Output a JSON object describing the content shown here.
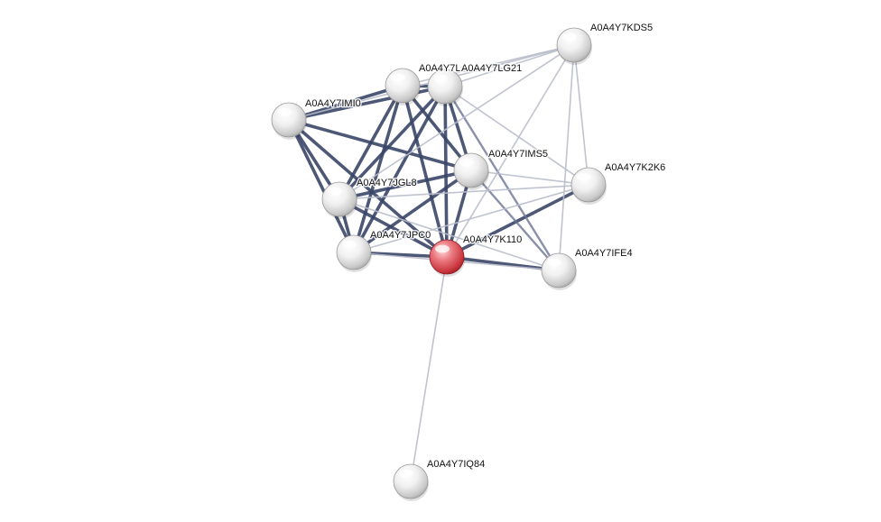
{
  "network": {
    "colors": {
      "query_node": "#d9454c",
      "node": "#e6e6e6",
      "strong_edge": "#3a4668",
      "medium_edge": "#6b7494",
      "weak_edge": "#b9bccb"
    },
    "nodes": [
      {
        "id": "kds5",
        "label": "A0A4Y7KDS5",
        "query": false
      },
      {
        "id": "lg21a",
        "label": "A0A4Y7L",
        "query": false
      },
      {
        "id": "lg21",
        "label": "A0A4Y7LG21",
        "query": false
      },
      {
        "id": "imi0",
        "label": "A0A4Y7IMI0",
        "query": false
      },
      {
        "id": "ims5",
        "label": "A0A4Y7IMS5",
        "query": false
      },
      {
        "id": "k2k6",
        "label": "A0A4Y7K2K6",
        "query": false
      },
      {
        "id": "jgl8",
        "label": "A0A4Y7JGL8",
        "query": false
      },
      {
        "id": "jpc0",
        "label": "A0A4Y7JPC0",
        "query": false
      },
      {
        "id": "k110",
        "label": "A0A4Y7K110",
        "query": true
      },
      {
        "id": "ife4",
        "label": "A0A4Y7IFE4",
        "query": false
      },
      {
        "id": "iq84",
        "label": "A0A4Y7IQ84",
        "query": false
      }
    ],
    "edges": [
      {
        "source": "imi0",
        "target": "lg21a",
        "strength": "strong"
      },
      {
        "source": "imi0",
        "target": "lg21",
        "strength": "strong"
      },
      {
        "source": "imi0",
        "target": "jgl8",
        "strength": "strong"
      },
      {
        "source": "imi0",
        "target": "jpc0",
        "strength": "strong"
      },
      {
        "source": "imi0",
        "target": "ims5",
        "strength": "strong"
      },
      {
        "source": "imi0",
        "target": "k110",
        "strength": "strong"
      },
      {
        "source": "lg21a",
        "target": "lg21",
        "strength": "strong"
      },
      {
        "source": "lg21a",
        "target": "jgl8",
        "strength": "strong"
      },
      {
        "source": "lg21a",
        "target": "jpc0",
        "strength": "strong"
      },
      {
        "source": "lg21a",
        "target": "ims5",
        "strength": "strong"
      },
      {
        "source": "lg21a",
        "target": "k110",
        "strength": "strong"
      },
      {
        "source": "lg21",
        "target": "jgl8",
        "strength": "strong"
      },
      {
        "source": "lg21",
        "target": "jpc0",
        "strength": "strong"
      },
      {
        "source": "lg21",
        "target": "ims5",
        "strength": "strong"
      },
      {
        "source": "lg21",
        "target": "k110",
        "strength": "strong"
      },
      {
        "source": "jgl8",
        "target": "jpc0",
        "strength": "strong"
      },
      {
        "source": "jgl8",
        "target": "ims5",
        "strength": "strong"
      },
      {
        "source": "jgl8",
        "target": "k110",
        "strength": "strong"
      },
      {
        "source": "jpc0",
        "target": "k110",
        "strength": "strong"
      },
      {
        "source": "jpc0",
        "target": "ims5",
        "strength": "strong"
      },
      {
        "source": "ims5",
        "target": "k110",
        "strength": "strong"
      },
      {
        "source": "k110",
        "target": "k2k6",
        "strength": "strong"
      },
      {
        "source": "k110",
        "target": "ife4",
        "strength": "strong"
      },
      {
        "source": "lg21",
        "target": "ife4",
        "strength": "medium"
      },
      {
        "source": "ims5",
        "target": "ife4",
        "strength": "medium"
      },
      {
        "source": "ims5",
        "target": "k2k6",
        "strength": "weak"
      },
      {
        "source": "jpc0",
        "target": "k2k6",
        "strength": "weak"
      },
      {
        "source": "jgl8",
        "target": "k2k6",
        "strength": "weak"
      },
      {
        "source": "jgl8",
        "target": "ife4",
        "strength": "weak"
      },
      {
        "source": "jpc0",
        "target": "ife4",
        "strength": "weak"
      },
      {
        "source": "lg21",
        "target": "k2k6",
        "strength": "weak"
      },
      {
        "source": "lg21a",
        "target": "kds5",
        "strength": "weak"
      },
      {
        "source": "lg21",
        "target": "kds5",
        "strength": "weak"
      },
      {
        "source": "imi0",
        "target": "kds5",
        "strength": "weak"
      },
      {
        "source": "kds5",
        "target": "k2k6",
        "strength": "weak"
      },
      {
        "source": "kds5",
        "target": "ife4",
        "strength": "weak"
      },
      {
        "source": "kds5",
        "target": "k110",
        "strength": "weak"
      },
      {
        "source": "kds5",
        "target": "jgl8",
        "strength": "weak"
      },
      {
        "source": "k110",
        "target": "iq84",
        "strength": "weak"
      }
    ]
  }
}
